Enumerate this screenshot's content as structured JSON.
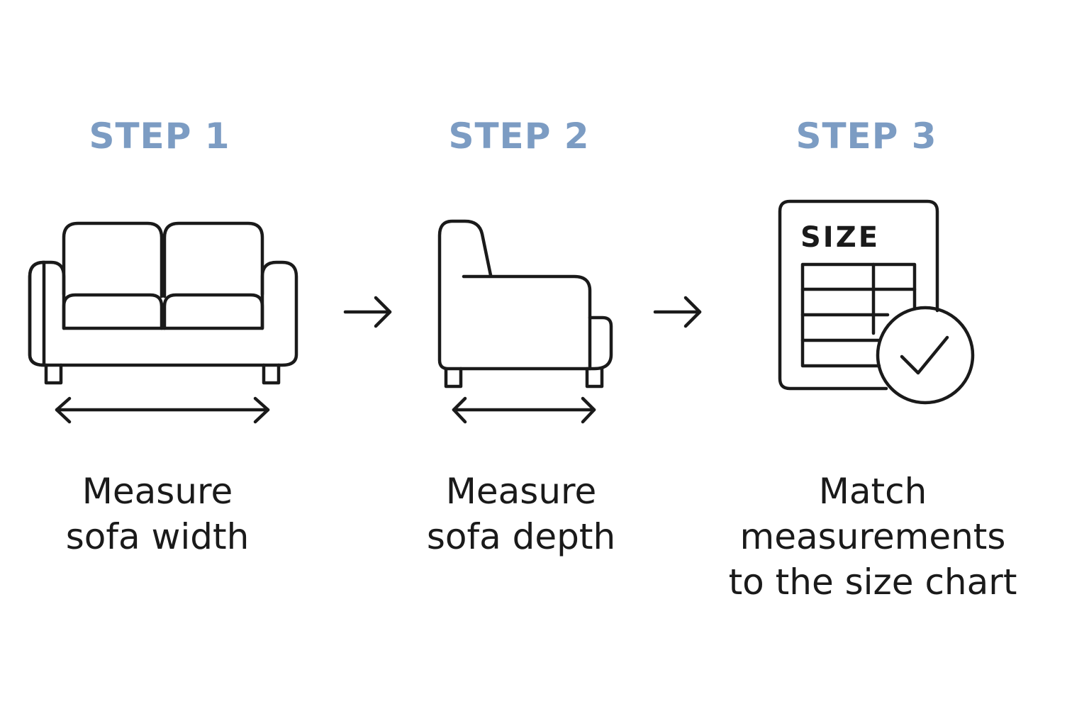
{
  "steps": [
    {
      "title": "STEP 1",
      "caption": "Measure\nsofa width",
      "icon": "sofa-width-icon"
    },
    {
      "title": "STEP 2",
      "caption": "Measure\nsofa depth",
      "icon": "sofa-depth-icon"
    },
    {
      "title": "STEP 3",
      "caption": "Match\nmeasurements\nto the size chart",
      "icon": "size-chart-check-icon",
      "icon_label": "SIZE"
    }
  ],
  "colors": {
    "title": "#7c9cc3",
    "ink": "#1a1a1a",
    "background": "#ffffff"
  }
}
